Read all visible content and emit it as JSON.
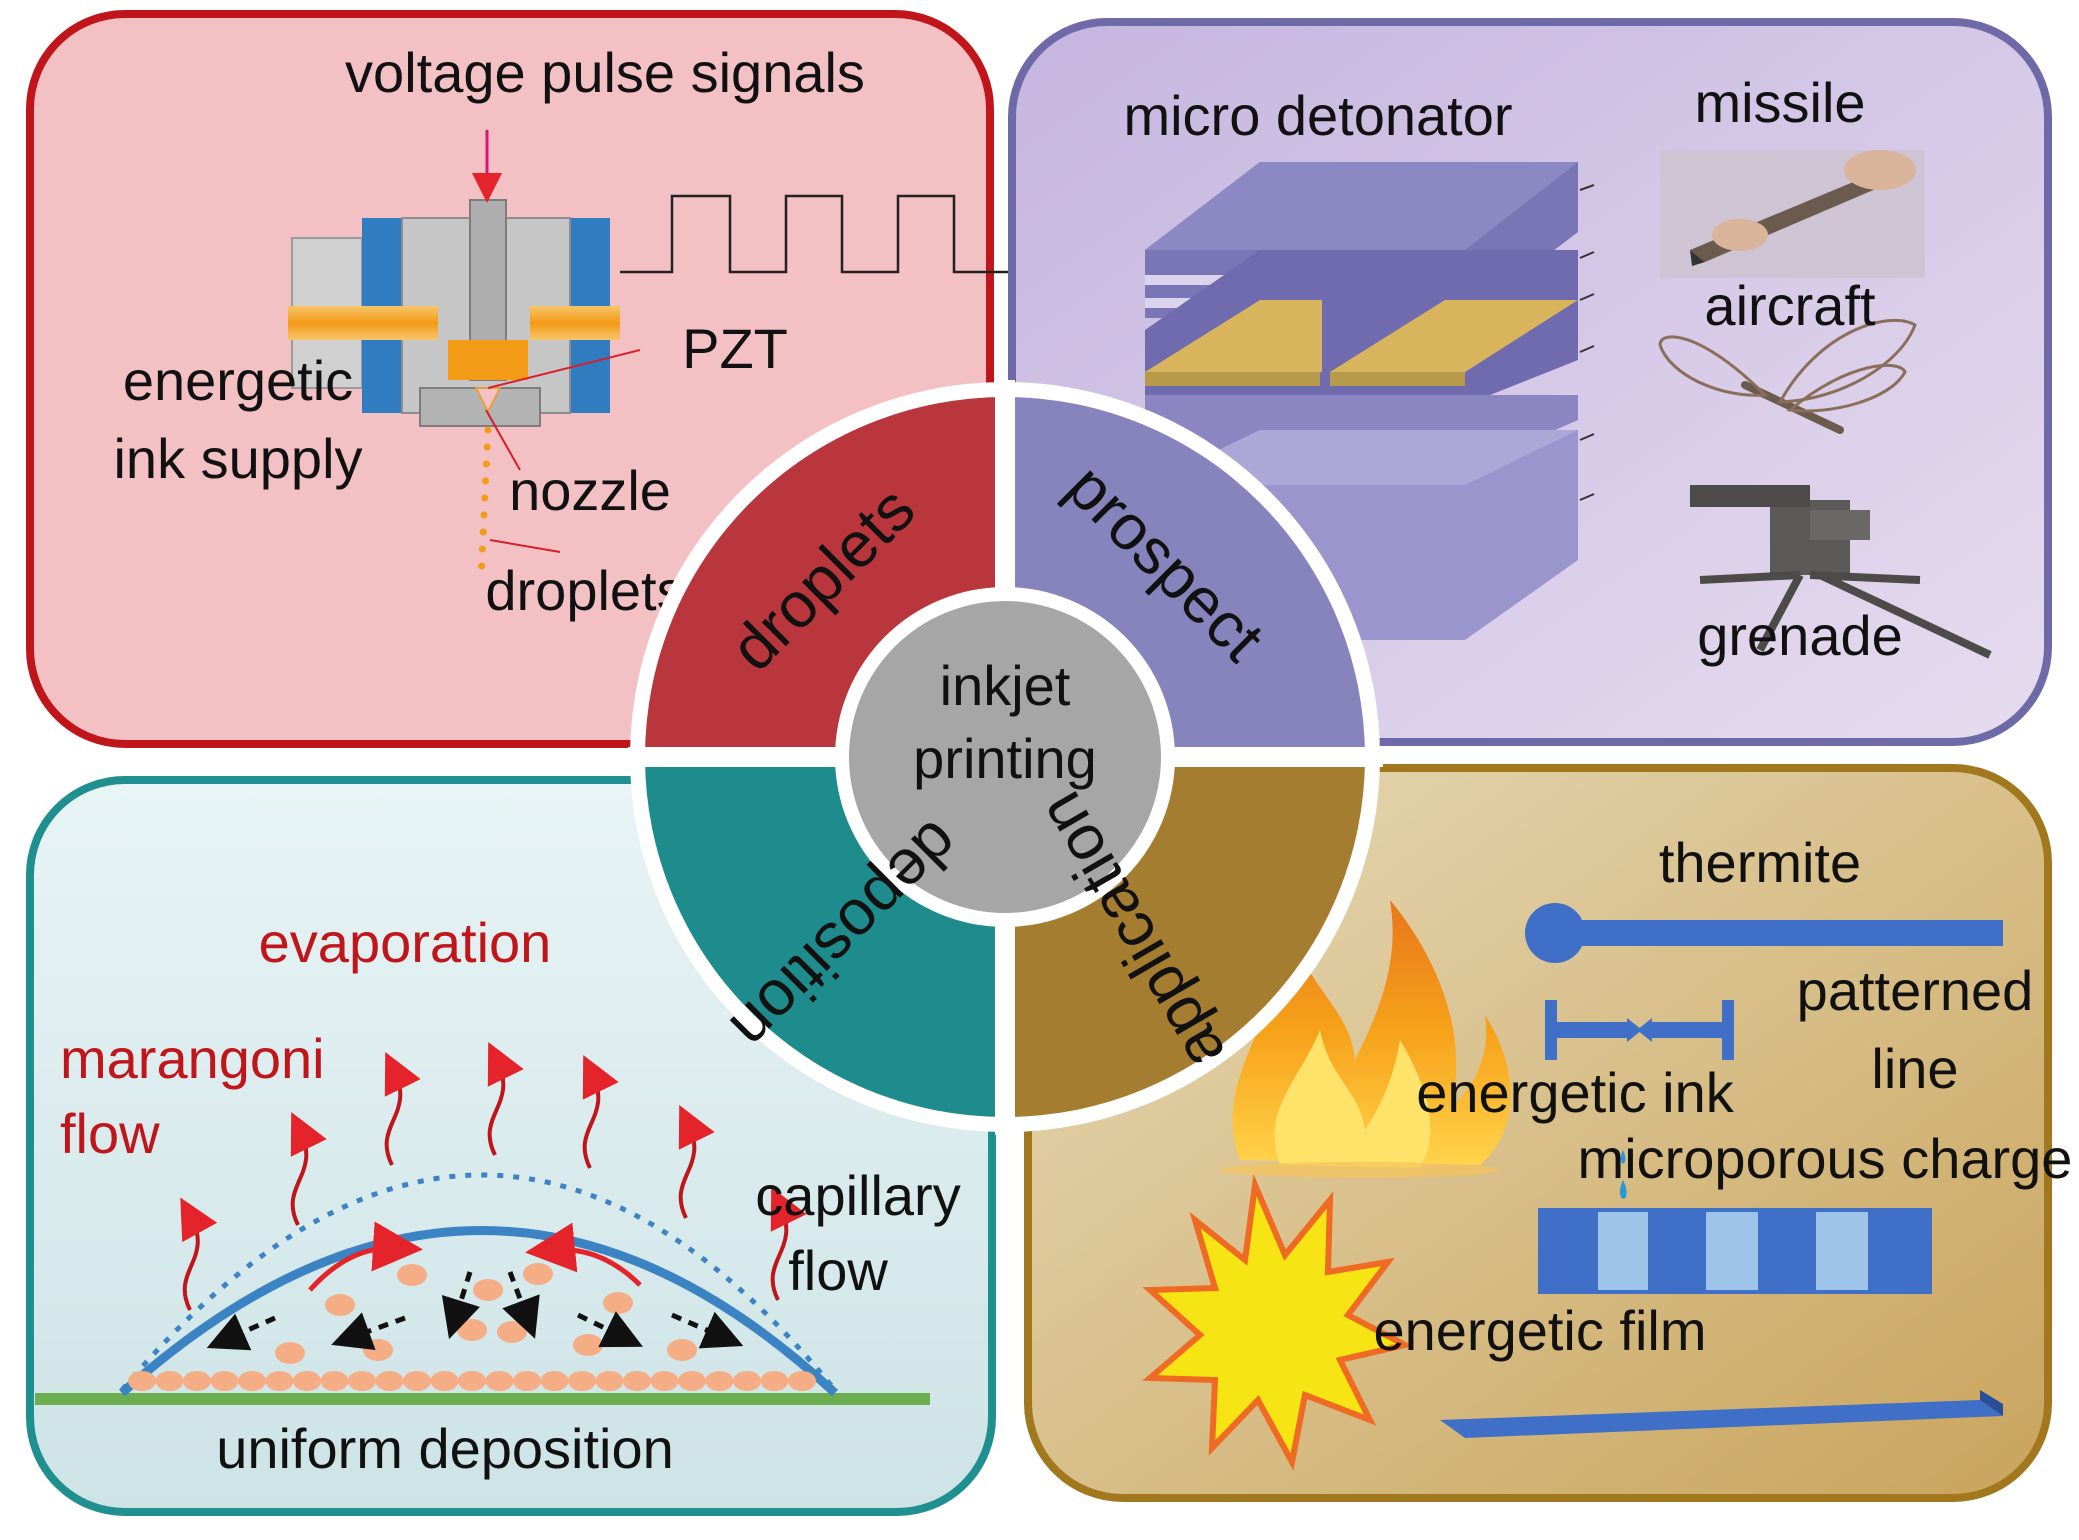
{
  "center": {
    "line1": "inkjet",
    "line2": "printing"
  },
  "sectors": {
    "droplets": "droplets",
    "prospect": "prospect",
    "deposition": "deposition",
    "application": "application"
  },
  "droplets_panel": {
    "voltage": "voltage pulse signals",
    "pzt": "PZT",
    "ink_supply_1": "energetic",
    "ink_supply_2": "ink supply",
    "nozzle": "nozzle",
    "droplets": "droplets"
  },
  "prospect_panel": {
    "micro_detonator": "micro detonator",
    "missile": "missile",
    "aircraft": "aircraft",
    "grenade": "grenade"
  },
  "deposition_panel": {
    "evaporation": "evaporation",
    "marangoni_1": "marangoni",
    "marangoni_2": "flow",
    "capillary_1": "capillary",
    "capillary_2": "flow",
    "uniform": "uniform deposition"
  },
  "application_panel": {
    "thermite": "thermite",
    "patterned_1": "patterned",
    "patterned_2": "line",
    "energetic_ink": "energetic ink",
    "microporous": "microporous charge",
    "energetic_film": "energetic film"
  },
  "colors": {
    "red_border": "#c0151b",
    "red_fill": "#f3c1c4",
    "purple_border": "#6e6aa8",
    "purple_fill": "#d6c8e6",
    "teal_border": "#1f8f8f",
    "teal_fill": "#d4eaeb",
    "gold_border": "#a2781e",
    "gold_fill": "#d2b472",
    "center": "#a6a6a6"
  }
}
